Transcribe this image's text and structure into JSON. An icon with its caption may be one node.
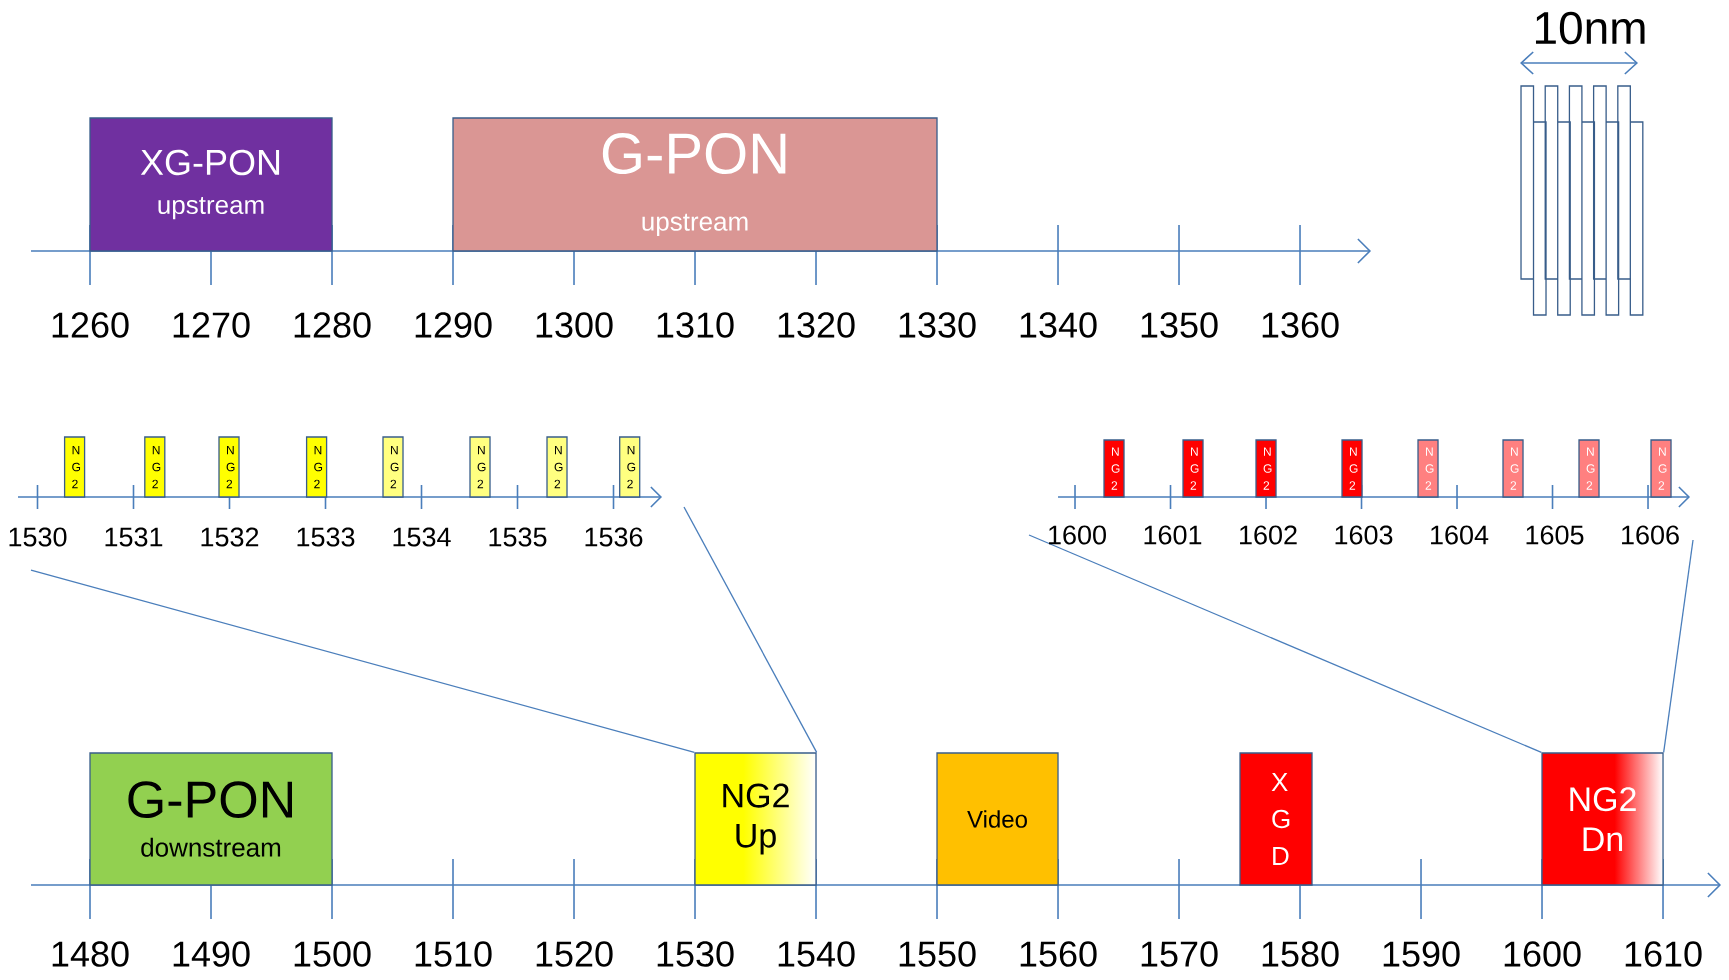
{
  "diagram": {
    "nodes": [
      {
        "text": [
          "XG-PON",
          "upstream"
        ]
      },
      {
        "text": [
          "G-PON",
          "upstream"
        ]
      },
      {
        "text": [
          "N G 2"
        ]
      },
      {
        "text": [
          "N G 2"
        ]
      },
      {
        "text": [
          "N G 2"
        ]
      },
      {
        "text": [
          "N G 2"
        ]
      },
      {
        "text": [
          "N G 2"
        ]
      },
      {
        "text": [
          "N G 2"
        ]
      },
      {
        "text": [
          "N G 2"
        ]
      },
      {
        "text": [
          "N G 2"
        ]
      },
      {
        "text": [
          "N G 2"
        ]
      },
      {
        "text": [
          "N G 2"
        ]
      },
      {
        "text": [
          "N G 2"
        ]
      },
      {
        "text": [
          "N G 2"
        ]
      },
      {
        "text": [
          "N G 2"
        ]
      },
      {
        "text": [
          "N G 2"
        ]
      },
      {
        "text": [
          "N G 2"
        ]
      },
      {
        "text": [
          "N G 2"
        ]
      },
      {
        "text": [
          "G-PON",
          "downstream"
        ]
      },
      {
        "text": [
          "NG2 Up"
        ]
      },
      {
        "text": [
          "Video"
        ]
      },
      {
        "text": [
          "X G D"
        ]
      },
      {
        "text": [
          "NG2 Dn"
        ]
      }
    ],
    "edges": [
      {
        "from": 19,
        "to": null,
        "arrow": "none"
      },
      {
        "from": 19,
        "to": null,
        "arrow": "none"
      },
      {
        "from": 22,
        "to": null,
        "arrow": "none"
      },
      {
        "from": 22,
        "to": null,
        "arrow": "none"
      }
    ],
    "labels": [
      "10nm",
      "1260",
      "1270",
      "1280",
      "1290",
      "1300",
      "1310",
      "1320",
      "1330",
      "1340",
      "1350",
      "1360",
      "1530",
      "1531",
      "1532",
      "1533",
      "1534",
      "1535",
      "1536",
      "1600",
      "1601",
      "1602",
      "1603",
      "1604",
      "1605",
      "1606",
      "1480",
      "1490",
      "1500",
      "1510",
      "1520",
      "1530",
      "1540",
      "1550",
      "1560",
      "1570",
      "1580",
      "1590",
      "1600",
      "1610"
    ]
  }
}
